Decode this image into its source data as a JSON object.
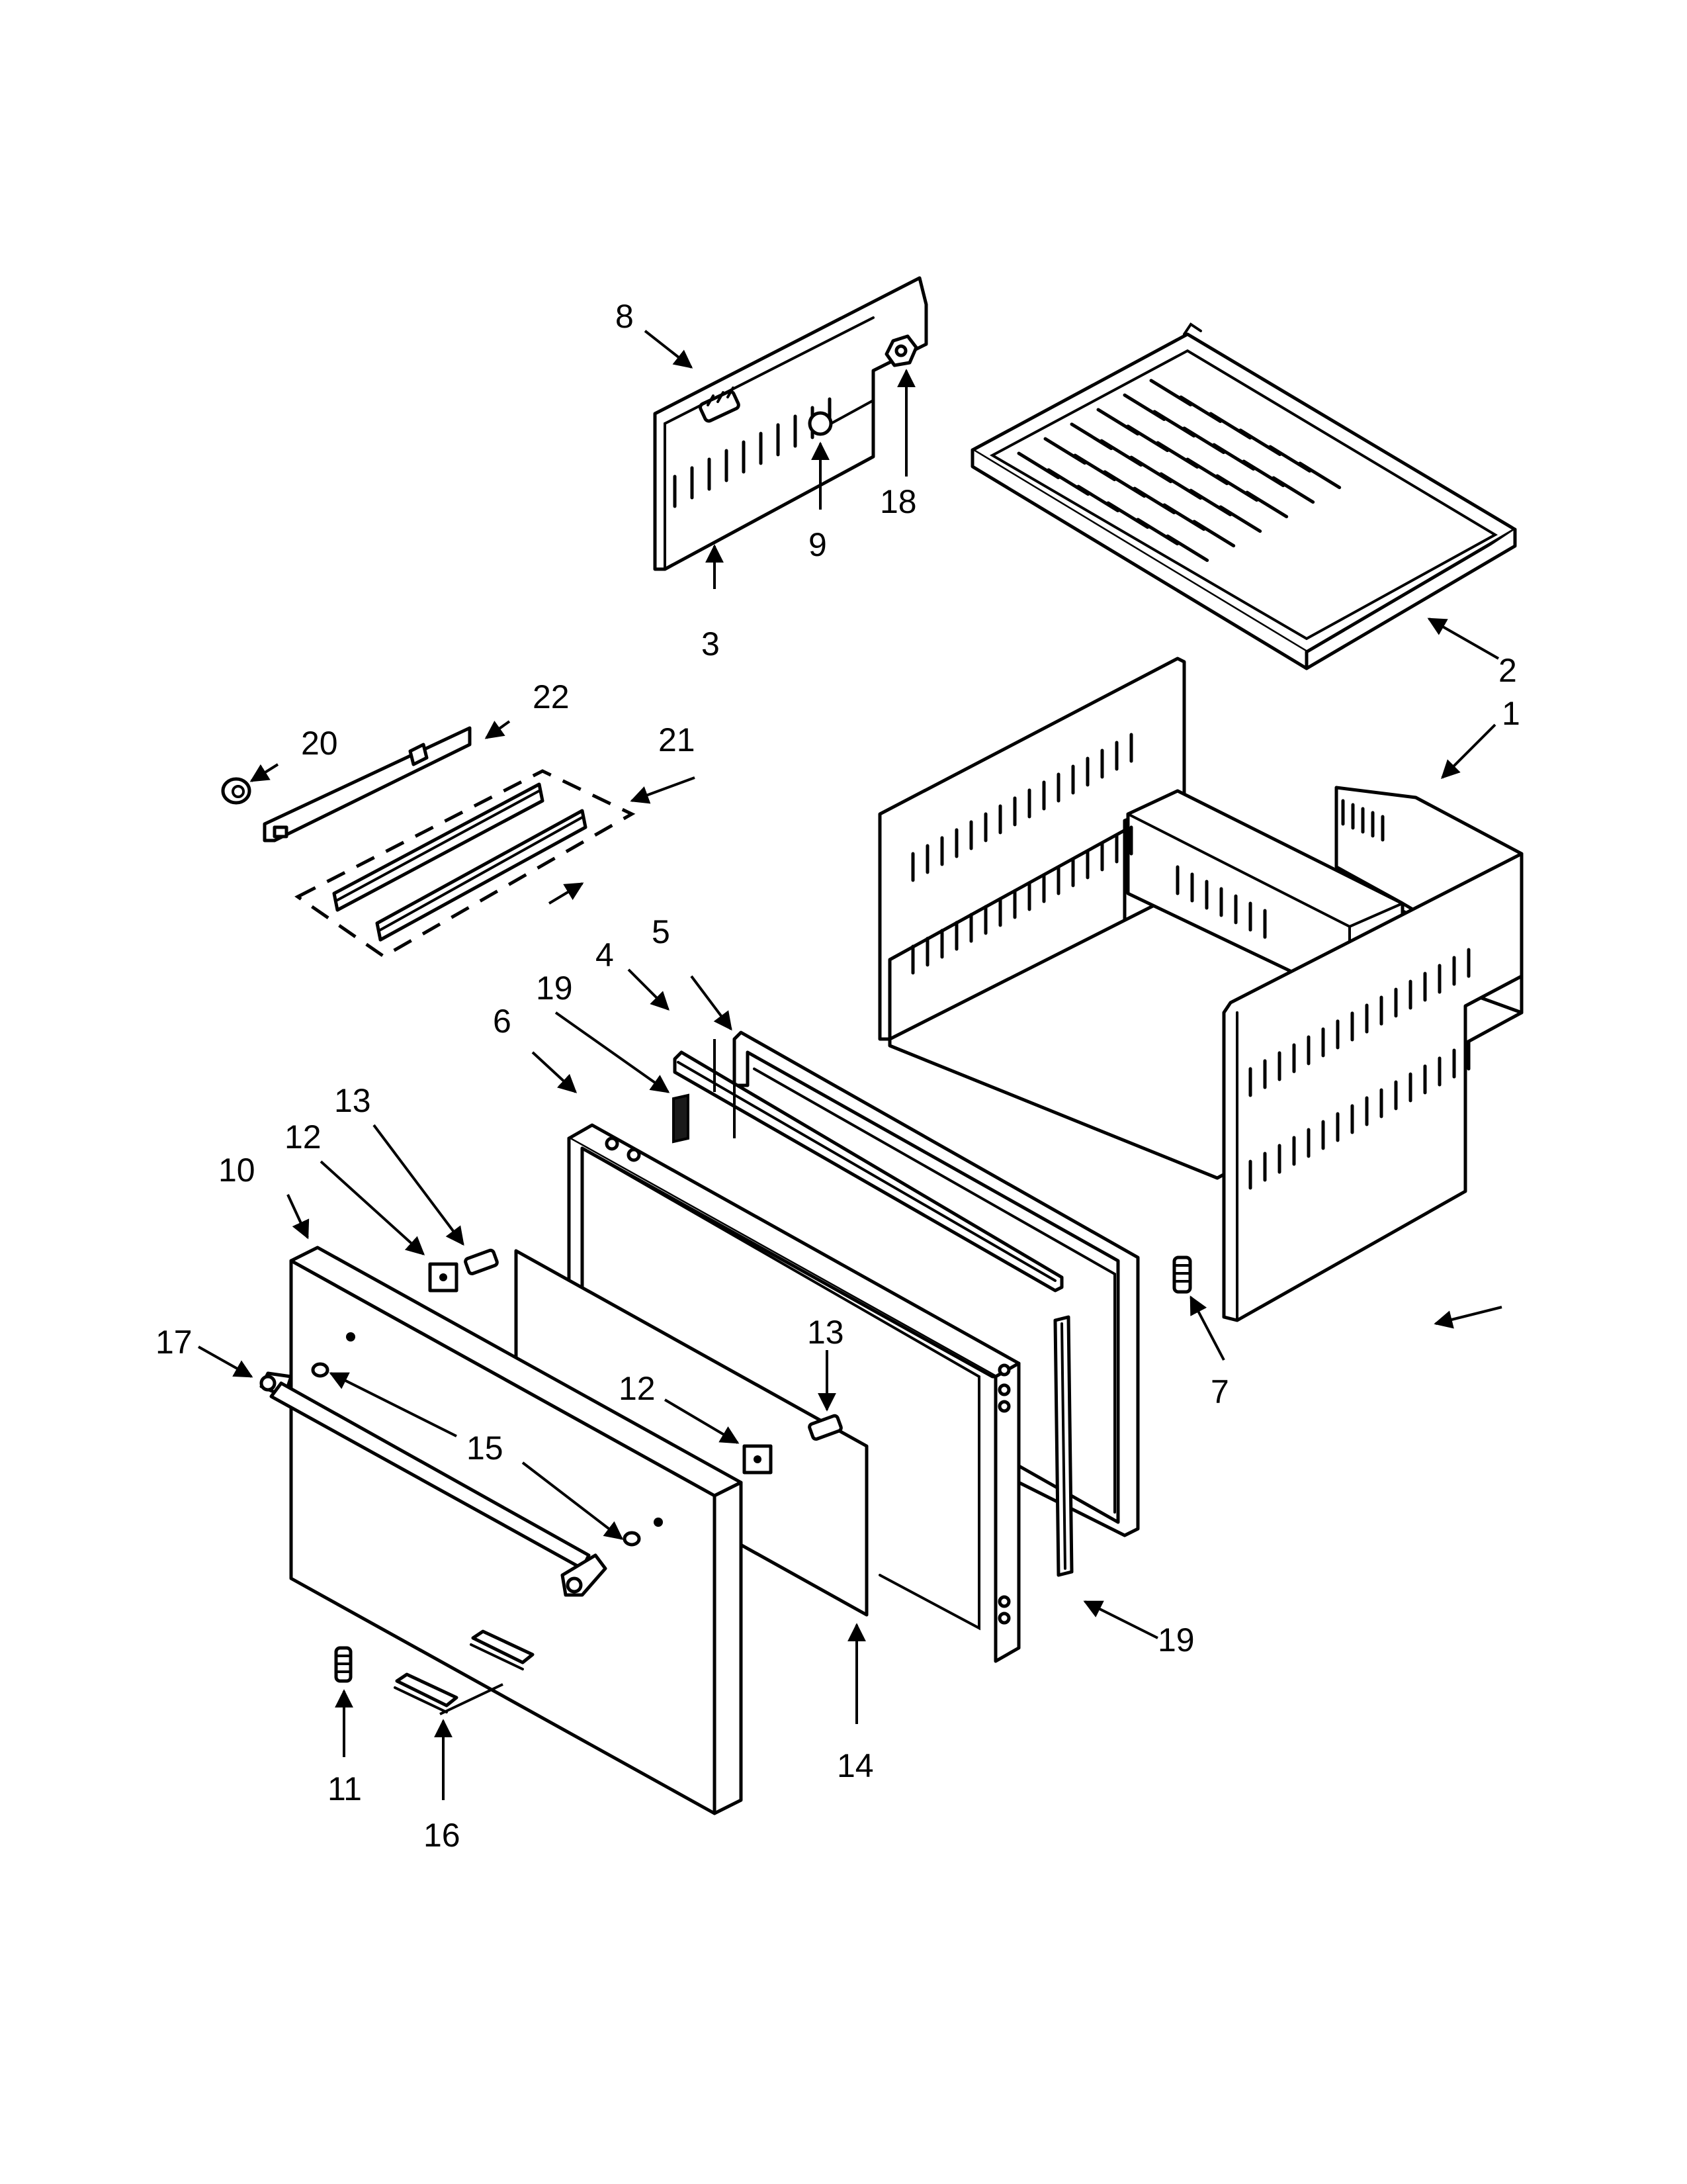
{
  "callouts": {
    "p1": "1",
    "p2": "2",
    "p3": "3",
    "p4": "4",
    "p5": "5",
    "p6": "6",
    "p7": "7",
    "p8": "8",
    "p9": "9",
    "p10": "10",
    "p11": "11",
    "p12a": "12",
    "p12b": "12",
    "p13a": "13",
    "p13b": "13",
    "p14": "14",
    "p15": "15",
    "p16": "16",
    "p17": "17",
    "p18": "18",
    "p19a": "19",
    "p19b": "19",
    "p20": "20",
    "p21": "21",
    "p22": "22"
  },
  "colors": {
    "line": "#000000",
    "background": "#ffffff"
  }
}
